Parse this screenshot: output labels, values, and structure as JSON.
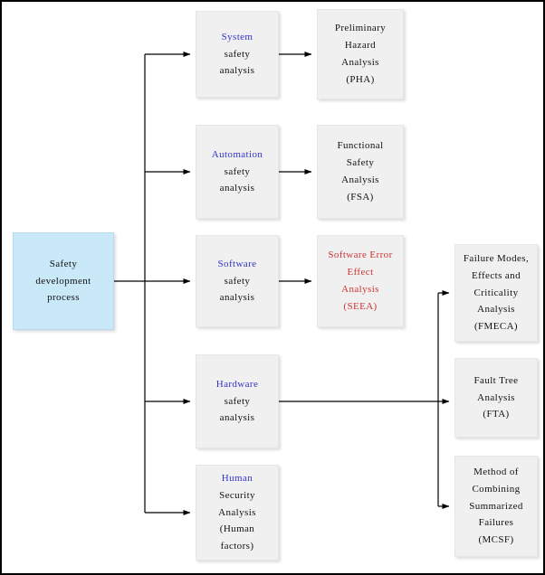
{
  "colors": {
    "root_fill": "#c9e8f8",
    "box_fill": "#f0f0f0",
    "accent_blue": "#3434c8",
    "accent_red": "#cc3333",
    "line": "#000000"
  },
  "root_box": {
    "text": "Safety\ndevelopment\nprocess"
  },
  "middle_boxes": [
    {
      "title": "System",
      "body": "safety\nanalysis"
    },
    {
      "title": "Automation",
      "body": "safety\nanalysis"
    },
    {
      "title": "Software",
      "body": "safety\nanalysis"
    },
    {
      "title": "Hardware",
      "body": "safety\nanalysis"
    },
    {
      "title": "Human",
      "body": "Security\nAnalysis\n(Human\nfactors)"
    }
  ],
  "right_boxes": [
    {
      "text": "Preliminary\nHazard\nAnalysis\n(PHA)"
    },
    {
      "text": "Functional\nSafety\nAnalysis\n(FSA)"
    },
    {
      "text": "Software Error\nEffect\nAnalysis\n(SEEA)"
    }
  ],
  "far_right_boxes": [
    {
      "text": "Failure Modes,\nEffects and\nCriticality\nAnalysis\n(FMECA)"
    },
    {
      "text": "Fault Tree\nAnalysis\n(FTA)"
    },
    {
      "text": "Method of\nCombining\nSummarized\nFailures\n(MCSF)"
    }
  ]
}
